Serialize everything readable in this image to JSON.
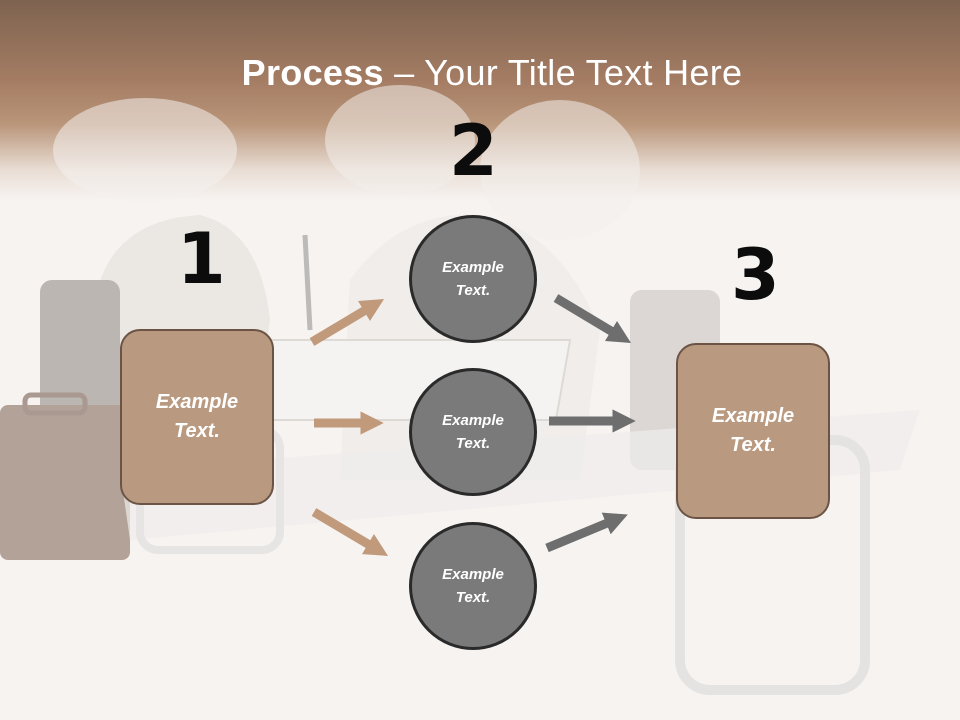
{
  "slide": {
    "title_bold": "Process",
    "title_rest": " – Your Title Text Here"
  },
  "steps": {
    "step1": {
      "number": "1",
      "line1": "Example",
      "line2": "Text."
    },
    "step2": {
      "number": "2",
      "circles": [
        {
          "line1": "Example",
          "line2": "Text."
        },
        {
          "line1": "Example",
          "line2": "Text."
        },
        {
          "line1": "Example",
          "line2": "Text."
        }
      ]
    },
    "step3": {
      "number": "3",
      "line1": "Example",
      "line2": "Text."
    }
  },
  "colors": {
    "header_band": "#a47c63",
    "box_fill": "#b99a80",
    "box_border": "#6b5445",
    "circle_fill": "#7a7a7a",
    "arrow_left": "#c19a7c",
    "arrow_right": "#6e6e6e"
  },
  "icons": {
    "background": "business-meeting-illustration"
  }
}
